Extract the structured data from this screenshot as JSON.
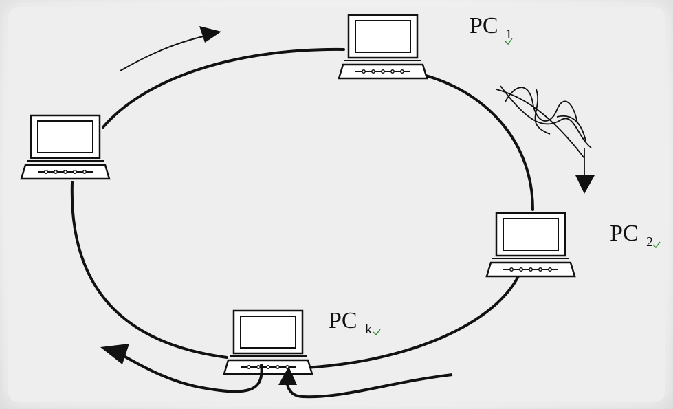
{
  "diagram": {
    "labels": {
      "pc1": {
        "main": "PC",
        "sub": "1"
      },
      "pc2": {
        "main": "PC",
        "sub": "2"
      },
      "pck": {
        "main": "PC",
        "sub": "k"
      }
    },
    "colors": {
      "background": "#eeeeee",
      "line": "#111111",
      "subscript_mark": "#2e8b2e"
    },
    "icons": [
      "computer-icon",
      "arrow-icon",
      "signal-wave-icon"
    ]
  }
}
